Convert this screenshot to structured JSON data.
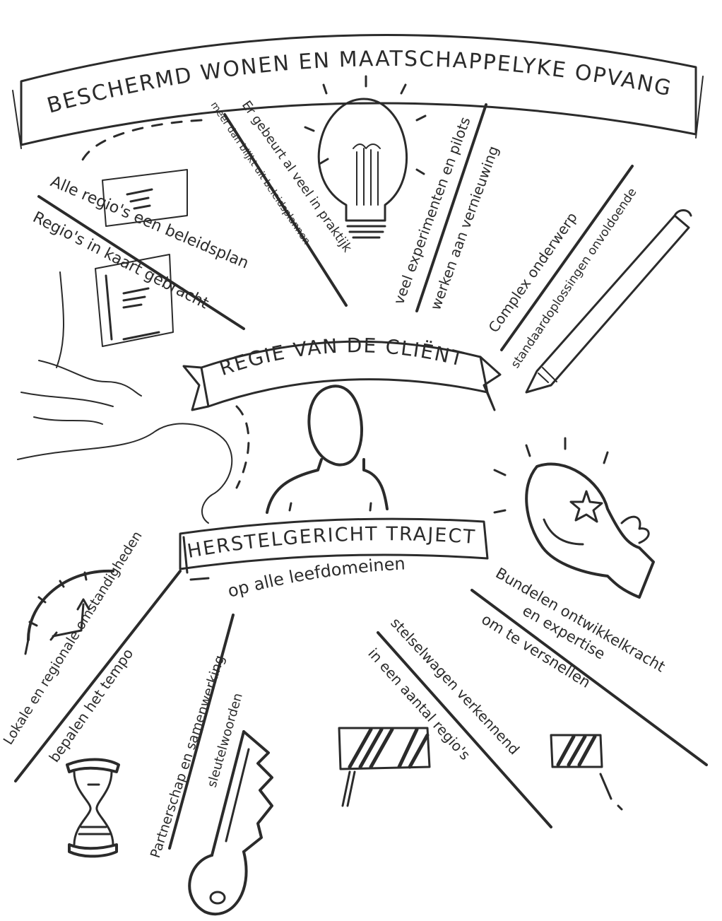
{
  "banners": {
    "top": "BESCHERMD WONEN  EN MAATSCHAPPELYKE OPVANG",
    "middle": "REGIE VAN DE CLIËNT",
    "lower": "HERSTELGERICHT TRAJECT",
    "lower_sub": "op alle leefdomeinen"
  },
  "rays_top": {
    "alle_regios_line1": "Alle regio's een beleidsplan",
    "alle_regios_line2": "Regio's in kaart gebracht",
    "praktijk_line1": "Er gebeurt al veel in praktijk",
    "praktijk_line2": "meer dan blijkt uit beleidsplannen",
    "experimenten_line1": "veel experimenten en pilots",
    "experimenten_line2": "werken aan vernieuwing",
    "complex_line1": "Complex onderwerp",
    "complex_line2": "standaardoplossingen onvoldoende"
  },
  "rays_bottom": {
    "lokale_line1": "Lokale en regionale omstandigheden",
    "lokale_line2": "bepalen het tempo",
    "partnerschap_line1": "Partnerschap en samenwerking",
    "partnerschap_line2": "sleutelwoorden",
    "stelsel_line1": "stelselwagen verkennend",
    "stelsel_line2": "in een aantal regio's",
    "bundelen_line1": "Bundelen ontwikkelkracht",
    "bundelen_line2": "en expertise",
    "bundelen_line3": "om te versnellen"
  },
  "icons": [
    "lightbulb-icon",
    "pencil-icon",
    "person-icon",
    "boxing-glove-icon",
    "stopwatch-icon",
    "hourglass-icon",
    "key-icon",
    "roadblock-icon",
    "papers-icon"
  ]
}
